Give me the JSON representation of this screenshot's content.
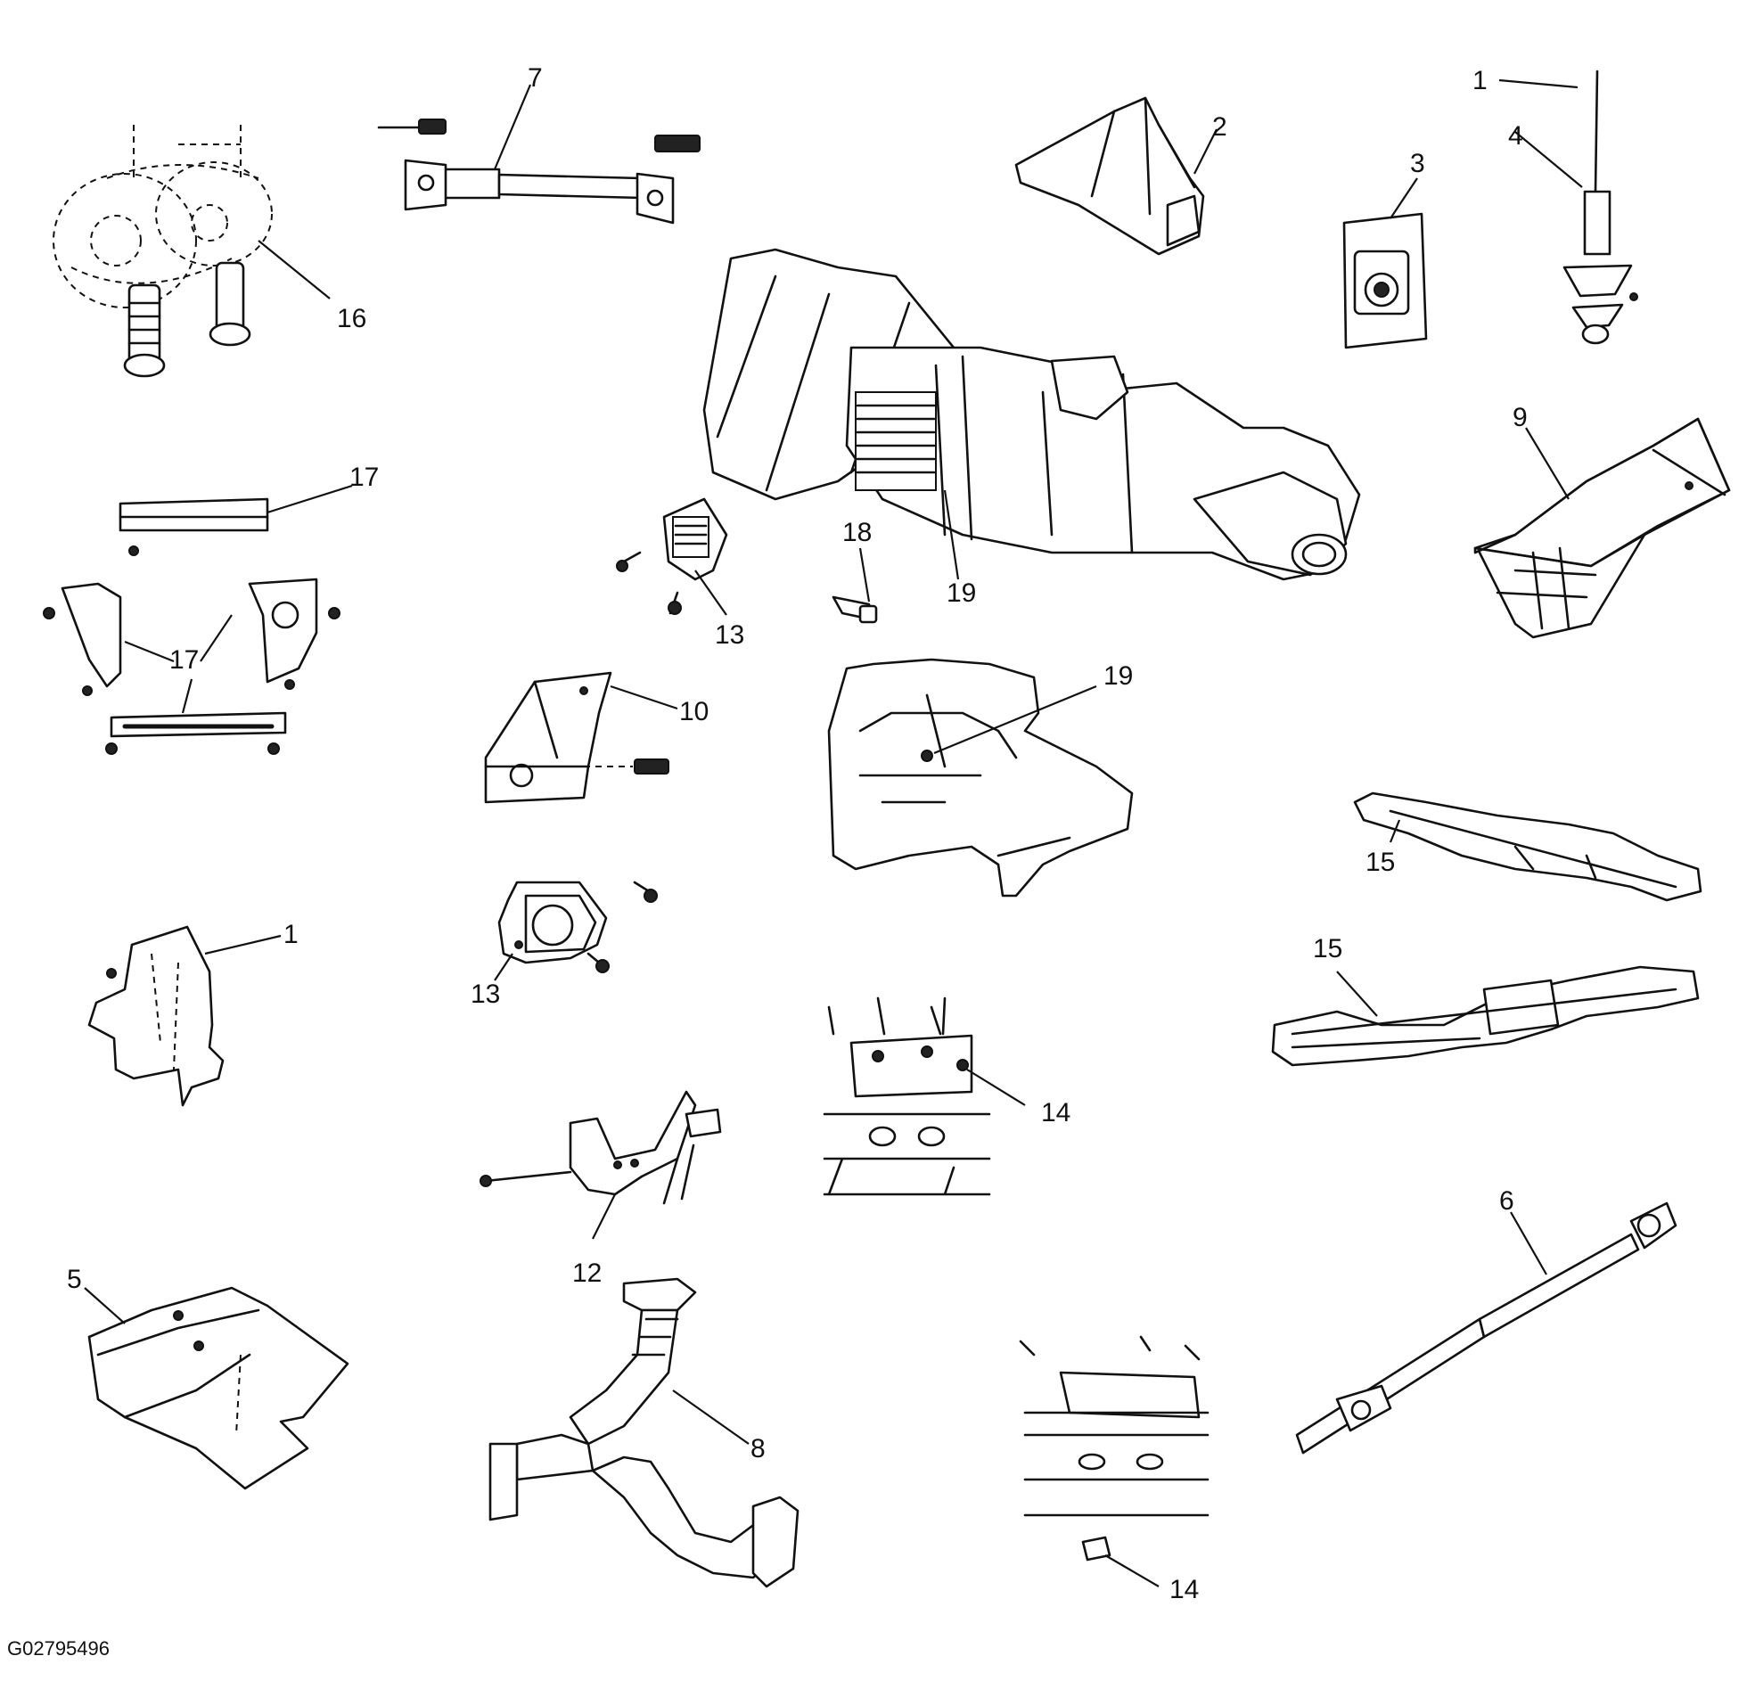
{
  "figure_id": "G02795496",
  "callouts": {
    "c1a": "1",
    "c1b": "1",
    "c2": "2",
    "c3": "3",
    "c4": "4",
    "c5": "5",
    "c6": "6",
    "c7": "7",
    "c8": "8",
    "c9": "9",
    "c10": "10",
    "c12": "12",
    "c13a": "13",
    "c13b": "13",
    "c14a": "14",
    "c14b": "14",
    "c15a": "15",
    "c15b": "15",
    "c16": "16",
    "c17a": "17",
    "c17b": "17",
    "c18": "18",
    "c19a": "19",
    "c19b": "19"
  }
}
